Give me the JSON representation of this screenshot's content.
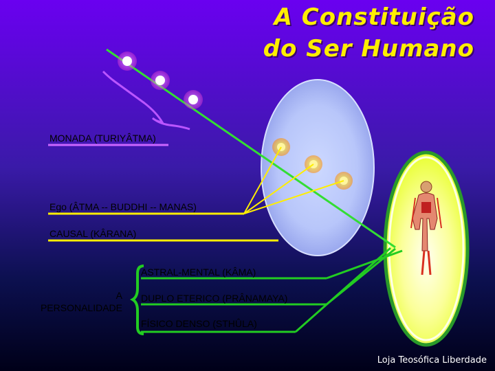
{
  "title": {
    "line1": "A Constituição",
    "line2": "do Ser Humano"
  },
  "labels": {
    "monada": "MONADA  (TURIYÂTMA)",
    "ego": "Ego  (ÂTMA -- BUDDHI -- MANAS)",
    "causal": "CAUSAL  (KÂRANA)",
    "astral_mental": "ASTRAL-MENTAL  (KÂMA)",
    "duplo_eterico": "DUPLO ETERICO  (PRÂNAMAYA)",
    "fisico_denso": "FÍSICO DENSO  (STHÛLA)",
    "personalidade_a": "A",
    "personalidade": "PERSONALIDADE"
  },
  "footer": "Loja Teosófica Liberdade",
  "colors": {
    "title": "#ffee00",
    "ray": "#33dd33",
    "yellow_line": "#ffee00",
    "monada_underline": "#cc66ff",
    "green_bracket": "#22cc22"
  }
}
